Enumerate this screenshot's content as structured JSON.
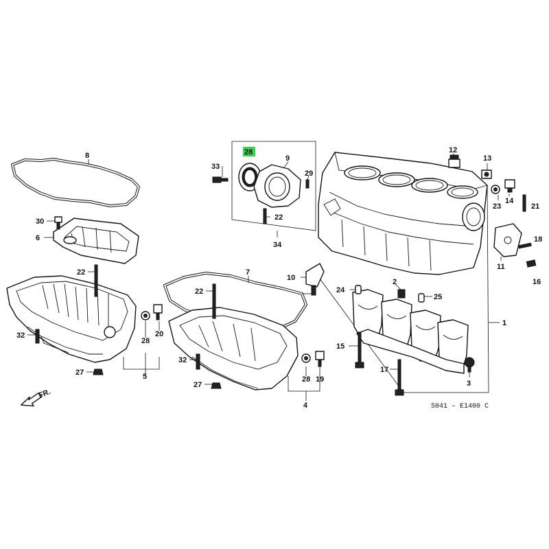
{
  "diagram": {
    "part_numbers": {
      "p1": "1",
      "p2": "2",
      "p3": "3",
      "p4": "4",
      "p5": "5",
      "p6": "6",
      "p7": "7",
      "p8": "8",
      "p9": "9",
      "p10": "10",
      "p11": "11",
      "p12": "12",
      "p13": "13",
      "p14": "14",
      "p15": "15",
      "p16": "16",
      "p17": "17",
      "p18": "18",
      "p19": "19",
      "p20": "20",
      "p21": "21",
      "p22": "22",
      "p23": "23",
      "p24": "24",
      "p25": "25",
      "p27": "27",
      "p28": "28",
      "p29": "29",
      "p30": "30",
      "p32": "32",
      "p33": "33",
      "p34": "34"
    },
    "highlighted_part": "28",
    "highlight_color": "#39d44a",
    "front_label": "FR.",
    "diagram_code": "S041 – E1400 C"
  }
}
